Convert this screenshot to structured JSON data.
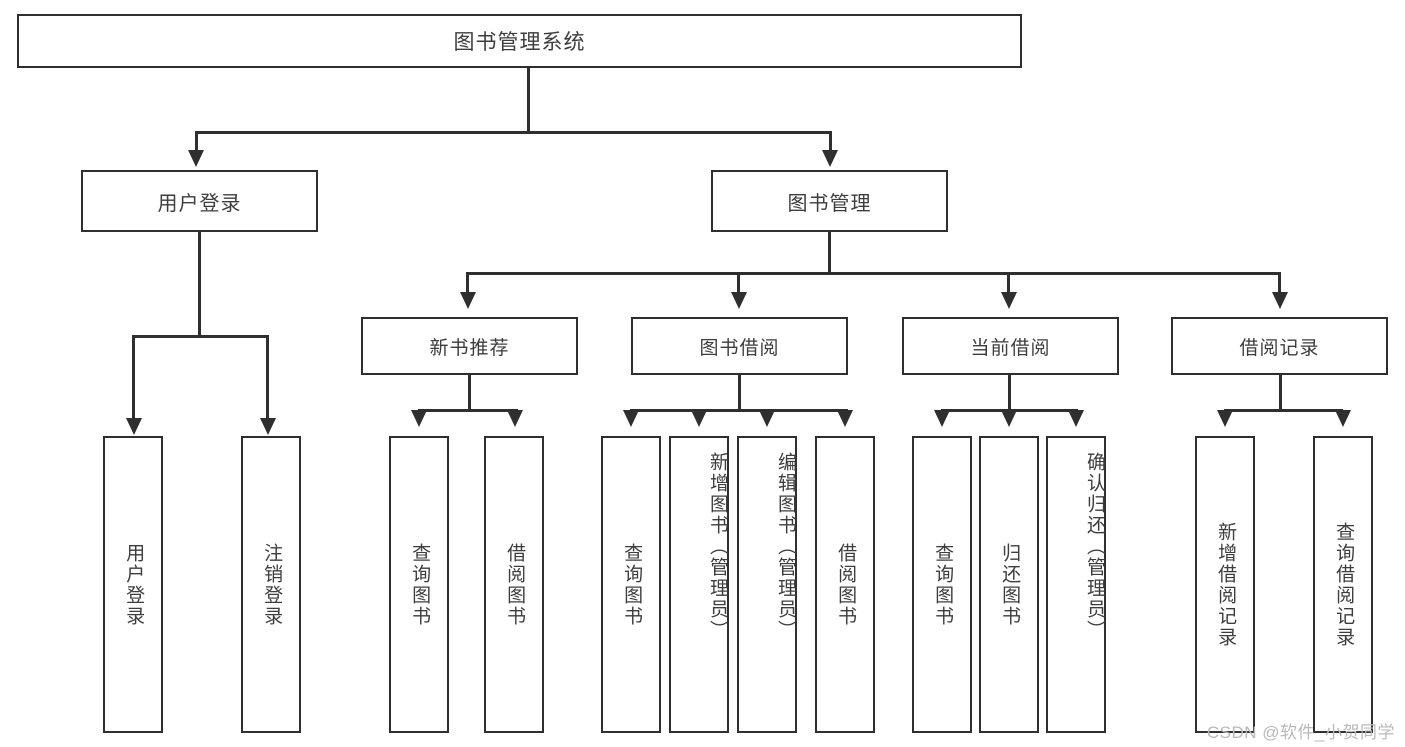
{
  "diagram": {
    "type": "hierarchy-tree",
    "title": "图书管理系统",
    "watermark": "CSDN @软件_小贺同学",
    "colors": {
      "box_border": "#2f2f2f",
      "box_fill": "#ffffff",
      "text": "#3d3d3d",
      "connector": "#2f2f2f",
      "watermark": "#b9b9b9",
      "background": "#ffffff"
    },
    "levels": {
      "root": {
        "label": "图书管理系统"
      },
      "level2": [
        {
          "id": "user-login",
          "label": "用户登录"
        },
        {
          "id": "book-management",
          "label": "图书管理"
        }
      ],
      "level3": [
        {
          "id": "new-book-recommend",
          "label": "新书推荐",
          "parent": "book-management"
        },
        {
          "id": "book-borrow",
          "label": "图书借阅",
          "parent": "book-management"
        },
        {
          "id": "current-borrow",
          "label": "当前借阅",
          "parent": "book-management"
        },
        {
          "id": "borrow-record",
          "label": "借阅记录",
          "parent": "book-management"
        }
      ],
      "leaves": [
        {
          "id": "leaf-user-login",
          "label": "用户登录",
          "parent": "user-login"
        },
        {
          "id": "leaf-logout",
          "label": "注销登录",
          "parent": "user-login"
        },
        {
          "id": "leaf-query-book-1",
          "label": "查询图书",
          "parent": "new-book-recommend"
        },
        {
          "id": "leaf-borrow-book-1",
          "label": "借阅图书",
          "parent": "new-book-recommend"
        },
        {
          "id": "leaf-query-book-2",
          "label": "查询图书",
          "parent": "book-borrow"
        },
        {
          "id": "leaf-add-book",
          "label": "新增图书（管理员）",
          "parent": "book-borrow"
        },
        {
          "id": "leaf-edit-book",
          "label": "编辑图书（管理员）",
          "parent": "book-borrow"
        },
        {
          "id": "leaf-borrow-book-2",
          "label": "借阅图书",
          "parent": "book-borrow"
        },
        {
          "id": "leaf-query-book-3",
          "label": "查询图书",
          "parent": "current-borrow"
        },
        {
          "id": "leaf-return-book",
          "label": "归还图书",
          "parent": "current-borrow"
        },
        {
          "id": "leaf-confirm-return",
          "label": "确认归还（管理员）",
          "parent": "current-borrow"
        },
        {
          "id": "leaf-add-record",
          "label": "新增借阅记录",
          "parent": "borrow-record"
        },
        {
          "id": "leaf-query-record",
          "label": "查询借阅记录",
          "parent": "borrow-record"
        }
      ]
    }
  }
}
